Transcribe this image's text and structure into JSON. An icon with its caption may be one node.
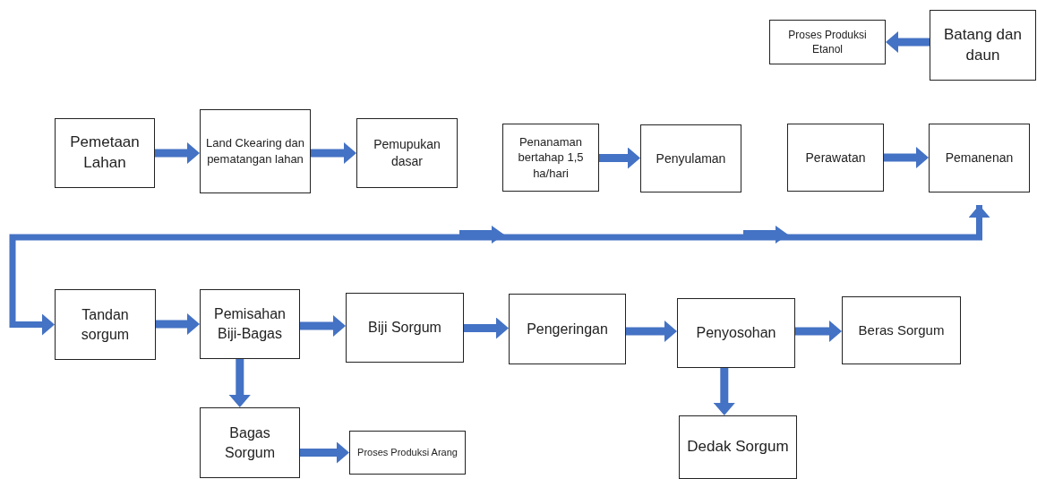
{
  "diagram": {
    "nodes": [
      {
        "text": [
          "Proses Produksi Etanol"
        ]
      },
      {
        "text": [
          "Batang dan daun"
        ]
      },
      {
        "text": [
          "Pemetaan Lahan"
        ]
      },
      {
        "text": [
          "Land Ckearing dan pematangan lahan"
        ]
      },
      {
        "text": [
          "Pemupukan dasar"
        ]
      },
      {
        "text": [
          "Penanaman bertahap 1,5 ha/hari"
        ]
      },
      {
        "text": [
          "Penyulaman"
        ]
      },
      {
        "text": [
          "Perawatan"
        ]
      },
      {
        "text": [
          "Pemanenan"
        ]
      },
      {
        "text": [
          "Tandan sorgum"
        ]
      },
      {
        "text": [
          "Pemisahan Biji-Bagas"
        ]
      },
      {
        "text": [
          "Biji Sorgum"
        ]
      },
      {
        "text": [
          "Pengeringan"
        ]
      },
      {
        "text": [
          "Penyosohan"
        ]
      },
      {
        "text": [
          "Beras Sorgum"
        ]
      },
      {
        "text": [
          "Bagas Sorgum"
        ]
      },
      {
        "text": [
          "Proses Produksi Arang"
        ]
      },
      {
        "text": [
          "Dedak Sorgum"
        ]
      }
    ],
    "edges": [
      {
        "from": 1,
        "to": 0,
        "arrow": "to"
      },
      {
        "from": 2,
        "to": 3,
        "arrow": "to"
      },
      {
        "from": 3,
        "to": 4,
        "arrow": "to"
      },
      {
        "from": 5,
        "to": 6,
        "arrow": "to"
      },
      {
        "from": 7,
        "to": 8,
        "arrow": "to"
      },
      {
        "from": 8,
        "to": 9,
        "arrow": "both"
      },
      {
        "from": 9,
        "to": 10,
        "arrow": "to"
      },
      {
        "from": 10,
        "to": 11,
        "arrow": "to"
      },
      {
        "from": 10,
        "to": 15,
        "arrow": "to"
      },
      {
        "from": 11,
        "to": 12,
        "arrow": "to"
      },
      {
        "from": 12,
        "to": 13,
        "arrow": "to"
      },
      {
        "from": 13,
        "to": 14,
        "arrow": "to"
      },
      {
        "from": 13,
        "to": 17,
        "arrow": "to"
      },
      {
        "from": 15,
        "to": 16,
        "arrow": "to"
      }
    ]
  }
}
